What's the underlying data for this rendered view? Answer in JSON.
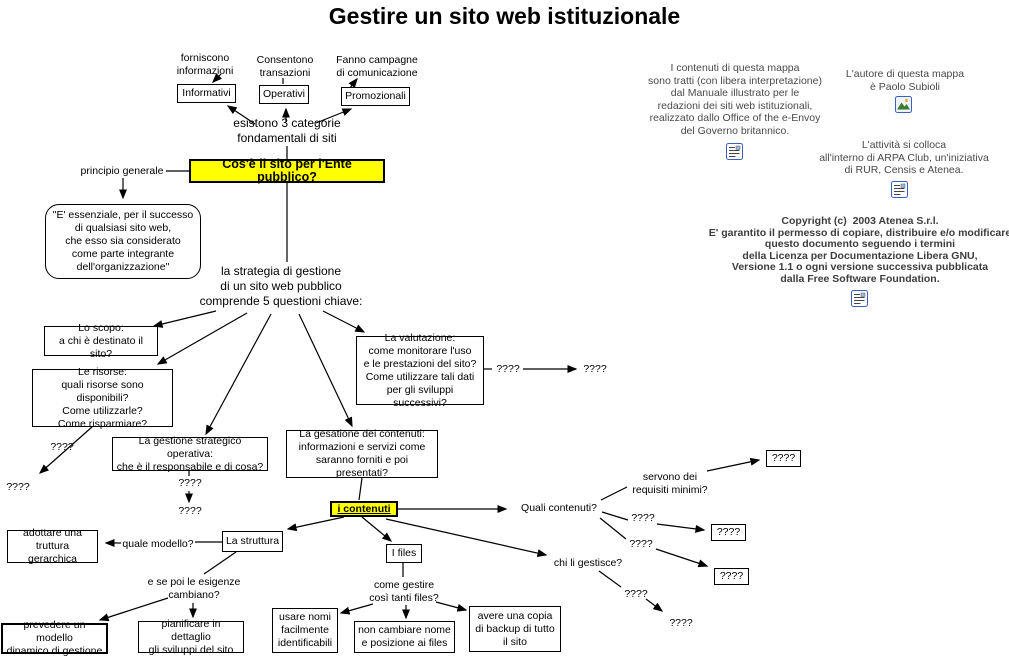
{
  "title": "Gestire un sito web istituzionale",
  "map": {
    "forniscono": "forniscono\ninformazioni",
    "consentono": "Consentono\ntransazioni",
    "fanno_campagne": "Fanno campagne\ndi comunicazione",
    "informativi": "Informativi",
    "operativi": "Operativi",
    "promozionali": "Promozionali",
    "categorie": "esistono 3 categorie\nfondamentali di siti",
    "domanda_centrale": "Cos'è il sito per l'Ente pubblico?",
    "principio_generale": "principio generale",
    "citazione": "\"E' essenziale, per il successo\ndi qualsiasi sito web,\nche esso sia considerato\ncome parte integrante\ndell'organizzazione\"",
    "strategia": "la strategia di gestione\ndi un sito web pubblico\ncomprende 5 questioni chiave:",
    "scopo": "Lo scopo:\na chi è destinato il sito?",
    "risorse": "Le risorse:\nquali risorse sono disponibili?\nCome utilizzarle?\nCome risparmiare?",
    "valutazione": "La valutazione:\ncome monitorare l'uso\ne le prestazioni del sito?\nCome utilizzare tali dati\nper gli sviluppi successivi?",
    "gestione_operativa": "La gestione strategico operativa:\nche è il responsabile e di cosa?",
    "gestione_contenuti": "La gesatione dei contenuti:\ninformazioni e servizi come\nsaranno forniti e poi presentati?",
    "contenuti": "i contenuti",
    "quali_contenuti": "Quali contenuti?",
    "requisiti": "servono dei\nrequisiti minimi?",
    "chi_gestisce": "chi li gestisce?",
    "struttura": "La struttura",
    "quale_modello": "quale modello?",
    "adottare": "adottare una\ntruttura gerarchica",
    "esigenze": "e se poi le esigenze\ncambiano?",
    "prevedere": "prevedere un modello\ndinamico di gestione",
    "pianificare": "pianificare in dettaglio\ngli sviluppi del sito",
    "files": "I files",
    "come_gestire": "come gestire\ncosì tanti files?",
    "usare_nomi": "usare nomi\nfacilmente\nidentificabili",
    "non_cambiare": "non cambiare nome\ne posizione ai files",
    "backup": "avere una copia\ndi backup di tutto\nil sito",
    "placeholder": "????"
  },
  "notes": {
    "fonte": "I contenuti di questa mappa\nsono tratti (con libera interpretazione)\ndal Manuale illustrato per le\nredazioni dei siti web istituzionali,\nrealizzato dallo Office of the e-Envoy\ndel Governo britannico.",
    "autore": "L'autore di questa mappa\nè Paolo Subioli",
    "attivita": "L'attività si colloca\nall'interno di ARPA Club, un'iniziativa\ndi RUR, Censis e Atenea.",
    "copyright": "Copyright (c)  2003 Atenea S.r.l.\nE' garantito il permesso di copiare, distribuire e/o modificare\nquesto documento seguendo i termini\ndella Licenza per Documentazione Libera GNU,\nVersione 1.1 o ogni versione successiva pubblicata\ndalla Free Software Foundation."
  },
  "icons": {
    "document": "document-icon",
    "picture": "image-icon"
  },
  "colors": {
    "highlight": "#ffff00",
    "line": "#000000",
    "icon_border": "#3b5fc0"
  }
}
